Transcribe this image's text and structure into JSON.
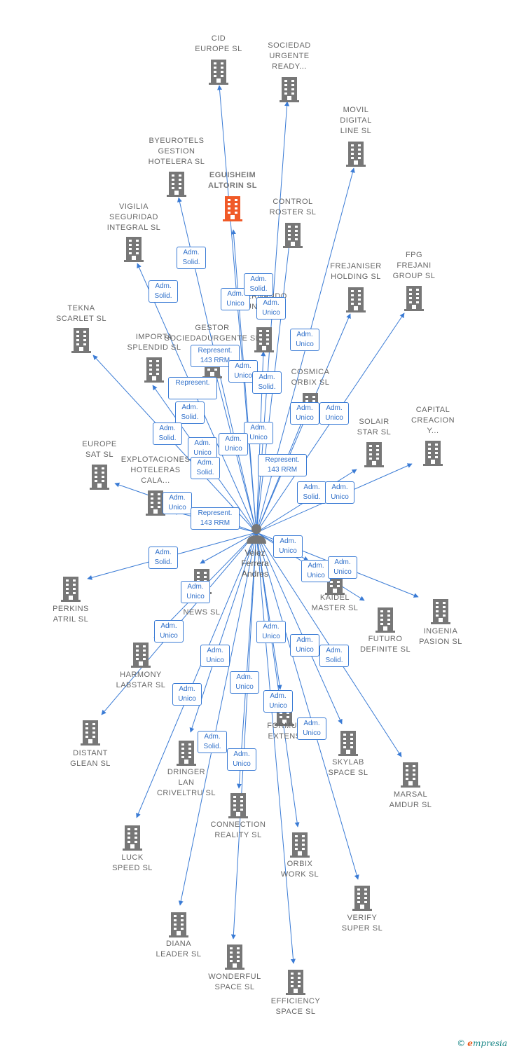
{
  "person": {
    "name": "Velez\nFerrera\nAndres"
  },
  "companies": [
    {
      "id": "cid",
      "label": "CID\nEUROPE  SL"
    },
    {
      "id": "sociedad-urgente",
      "label": "SOCIEDAD\nURGENTE\nREADY..."
    },
    {
      "id": "movil-digital",
      "label": "MOVIL\nDIGITAL\nLINE SL"
    },
    {
      "id": "byeurotels",
      "label": "BYEUROTELS\nGESTION\nHOTELERA  SL"
    },
    {
      "id": "eguisheim",
      "label": "EGUISHEIM\nALTORIN  SL",
      "focus": true
    },
    {
      "id": "control-roster",
      "label": "CONTROL\nROSTER  SL"
    },
    {
      "id": "vigilia",
      "label": "VIGILIA\nSEGURIDAD\nINTEGRAL  SL"
    },
    {
      "id": "frejaniser",
      "label": "FREJANISER\nHOLDING  SL"
    },
    {
      "id": "fpg",
      "label": "FPG\nFREJANI\nGROUP  SL"
    },
    {
      "id": "fernando",
      "label": "FERNANDO\nUNDER..."
    },
    {
      "id": "tekna",
      "label": "TEKNA\nSCARLET  SL"
    },
    {
      "id": "gestor",
      "label": "GESTOR\nSOCIEDADURGENTE SL"
    },
    {
      "id": "importa",
      "label": "IMPORTA\nSPLENDID  SL"
    },
    {
      "id": "cosmica",
      "label": "COSMICA\nORBIX  SL"
    },
    {
      "id": "solair",
      "label": "SOLAIR\nSTAR  SL"
    },
    {
      "id": "capital",
      "label": "CAPITAL\nCREACION\nY..."
    },
    {
      "id": "europe-sat",
      "label": "EUROPE\nSAT  SL"
    },
    {
      "id": "explotaciones",
      "label": "EXPLOTACIONES\nHOTELERAS\nCALA..."
    },
    {
      "id": "perkins",
      "label": "PERKINS\nATRIL  SL"
    },
    {
      "id": "news",
      "label": "NEWS  SL"
    },
    {
      "id": "kaidel",
      "label": "KAIDEL\nMASTER  SL"
    },
    {
      "id": "futuro",
      "label": "FUTURO\nDEFINITE  SL"
    },
    {
      "id": "ingenia",
      "label": "INGENIA\nPASION  SL"
    },
    {
      "id": "harmony",
      "label": "HARMONY\nLABSTAR SL"
    },
    {
      "id": "distant",
      "label": "DISTANT\nGLEAN  SL"
    },
    {
      "id": "formul",
      "label": "FORMUL\nEXTENS"
    },
    {
      "id": "skylab",
      "label": "SKYLAB\nSPACE  SL"
    },
    {
      "id": "marsal",
      "label": "MARSAL\nAMDUR  SL"
    },
    {
      "id": "dringer",
      "label": "DRINGER\nLAN\nCRIVELTRU SL"
    },
    {
      "id": "connection",
      "label": "CONNECTION\nREALITY  SL"
    },
    {
      "id": "luck",
      "label": "LUCK\nSPEED  SL"
    },
    {
      "id": "orbix",
      "label": "ORBIX\nWORK  SL"
    },
    {
      "id": "verify",
      "label": "VERIFY\nSUPER  SL"
    },
    {
      "id": "diana",
      "label": "DIANA\nLEADER  SL"
    },
    {
      "id": "wonderful",
      "label": "WONDERFUL\nSPACE  SL"
    },
    {
      "id": "efficiency",
      "label": "EFFICIENCY\nSPACE  SL"
    }
  ],
  "roles": [
    {
      "id": "r1",
      "text": "Adm.\nSolid."
    },
    {
      "id": "r2",
      "text": "Adm.\nSolid."
    },
    {
      "id": "r3",
      "text": "Adm.\nUnico"
    },
    {
      "id": "r4",
      "text": "Adm.\nSolid."
    },
    {
      "id": "r5",
      "text": "Adm.\nUnico"
    },
    {
      "id": "r6",
      "text": "Adm.\nUnico"
    },
    {
      "id": "r7",
      "text": "Represent.\n143 RRM"
    },
    {
      "id": "r8",
      "text": "Adm.\nUnico"
    },
    {
      "id": "r9",
      "text": "Adm.\nSolid."
    },
    {
      "id": "r10",
      "text": "Represent."
    },
    {
      "id": "r11",
      "text": "Adm.\nSolid."
    },
    {
      "id": "r12",
      "text": "Adm.\nUnico"
    },
    {
      "id": "r13",
      "text": "Adm.\nUnico"
    },
    {
      "id": "r14",
      "text": "Adm.\nSolid."
    },
    {
      "id": "r15",
      "text": "Adm.\nUnico"
    },
    {
      "id": "r16",
      "text": "Adm.\nUnico"
    },
    {
      "id": "r17",
      "text": "Adm.\nUnico"
    },
    {
      "id": "r18",
      "text": "Adm.\nSolid."
    },
    {
      "id": "r19",
      "text": "Represent.\n143 RRM"
    },
    {
      "id": "r20",
      "text": "Adm.\nSolid."
    },
    {
      "id": "r21",
      "text": "Adm.\nUnico"
    },
    {
      "id": "r22",
      "text": "Adm.\nUnico"
    },
    {
      "id": "r23",
      "text": "Represent.\n143 RRM"
    },
    {
      "id": "r24",
      "text": "Adm.\nSolid."
    },
    {
      "id": "r25",
      "text": "Adm.\nUnico"
    },
    {
      "id": "r26",
      "text": "Adm.\nUnico"
    },
    {
      "id": "r27",
      "text": "Adm.\nUnico"
    },
    {
      "id": "r28",
      "text": "Adm.\nUnico"
    },
    {
      "id": "r29",
      "text": "Adm.\nUnico"
    },
    {
      "id": "r30",
      "text": "Adm.\nUnico"
    },
    {
      "id": "r31",
      "text": "Adm.\nUnico"
    },
    {
      "id": "r32",
      "text": "Adm.\nSolid."
    },
    {
      "id": "r33",
      "text": "Adm.\nUnico"
    },
    {
      "id": "r34",
      "text": "Adm.\nUnico"
    },
    {
      "id": "r35",
      "text": "Adm.\nUnico"
    },
    {
      "id": "r36",
      "text": "Adm.\nUnico"
    },
    {
      "id": "r37",
      "text": "Adm.\nUnico"
    },
    {
      "id": "r38",
      "text": "Adm.\nSolid."
    },
    {
      "id": "r39",
      "text": "Adm.\nUnico"
    }
  ],
  "colors": {
    "edge": "#3a7bd5",
    "building": "#777777",
    "focus": "#f05a28",
    "person": "#777777"
  },
  "copyright": {
    "symbol": "©",
    "brand_e": "e",
    "brand_rest": "mpresia"
  }
}
